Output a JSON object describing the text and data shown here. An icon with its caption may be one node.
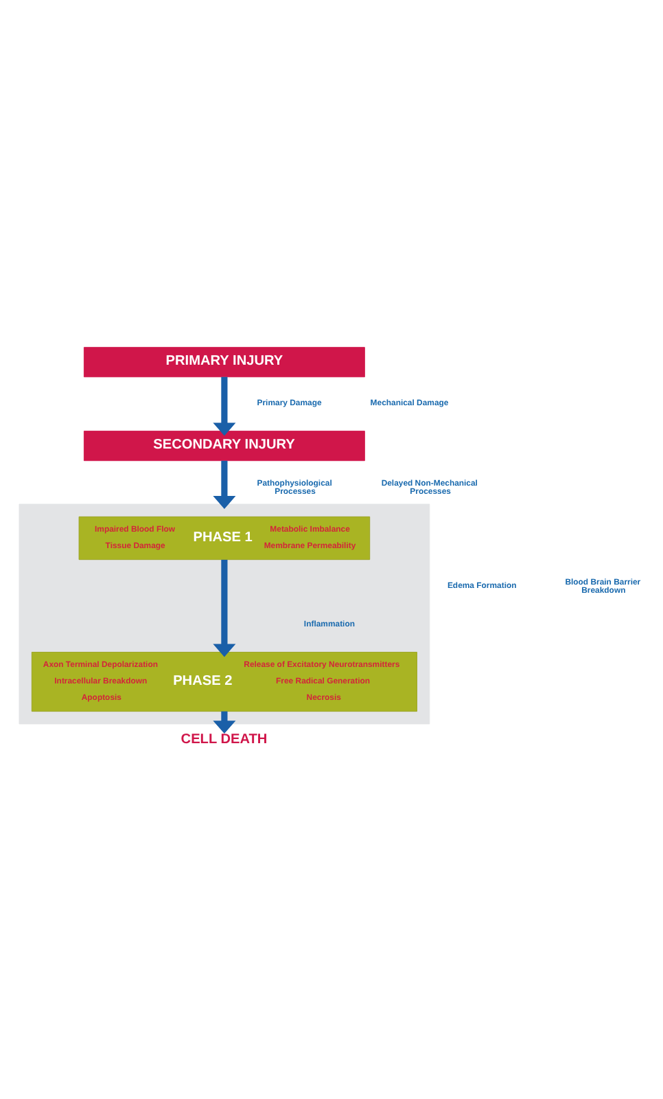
{
  "diagram": {
    "nodes": [
      {
        "text": [
          "PRIMARY INJURY"
        ]
      },
      {
        "text": [
          "SECONDARY INJURY"
        ]
      },
      {
        "text": [],
        "shape": "box"
      },
      {
        "text": [
          "Impaired Blood Flow",
          "Metabolic Imbalance",
          "PHASE 1",
          "Tissue Damage",
          "Membrane Permeability"
        ],
        "in": 2
      },
      {
        "text": [
          "Axon Terminal Depolarization",
          "Release of Excitatory Neurotransmitters",
          "Intracellular Breakdown",
          "PHASE 2",
          "Free Radical Generation",
          "Apoptosis",
          "Necrosis"
        ],
        "in": 2
      },
      {
        "text": [
          "CELL DEATH"
        ]
      }
    ],
    "edges": [
      {
        "from": 0,
        "to": 1,
        "arrow": "to"
      },
      {
        "from": 1,
        "to": 2,
        "arrow": "to"
      },
      {
        "from": 3,
        "to": 4,
        "arrow": "to"
      },
      {
        "from": 4,
        "to": 5,
        "arrow": "to"
      }
    ],
    "labels": [
      "Primary Damage",
      "Mechanical Damage",
      "Pathophysiological Processes",
      "Delayed Non-Mechanical Processes",
      "Edema Formation",
      "Inflammation",
      "Blood Brain Barrier Breakdown"
    ]
  }
}
